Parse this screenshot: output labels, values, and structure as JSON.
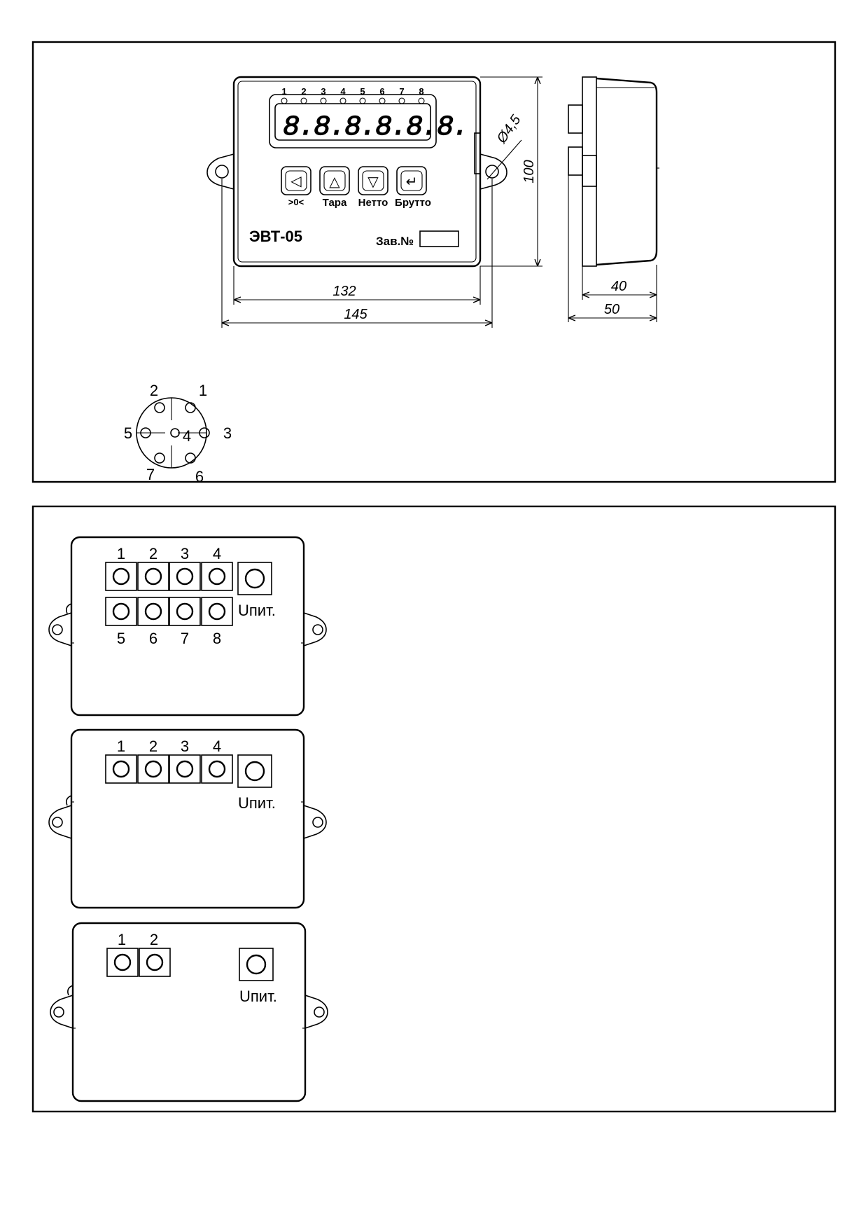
{
  "drawing": {
    "led_numbers": [
      "1",
      "2",
      "3",
      "4",
      "5",
      "6",
      "7",
      "8"
    ],
    "display_digits": "8.8.8.8.8.8.",
    "buttons": [
      {
        "symbol": "◁",
        "label": ">0<",
        "icon": "arrow-left-icon"
      },
      {
        "symbol": "△",
        "label": "Тара",
        "icon": "arrow-up-icon"
      },
      {
        "symbol": "▽",
        "label": "Нетто",
        "icon": "arrow-down-icon"
      },
      {
        "symbol": "↵",
        "label": "Брутто",
        "icon": "enter-icon"
      }
    ],
    "model": "ЭВТ-05",
    "serial_label": "Зав.№",
    "dimensions": {
      "width_body": "132",
      "width_total": "145",
      "height": "100",
      "hole": "Ø4,5",
      "depth_body": "40",
      "depth_total": "50"
    }
  },
  "connector": {
    "pins": [
      "1",
      "2",
      "3",
      "4",
      "5",
      "6",
      "7"
    ]
  },
  "panels": [
    {
      "top_numbers": [
        "1",
        "2",
        "3",
        "4"
      ],
      "bottom_numbers": [
        "5",
        "6",
        "7",
        "8"
      ],
      "power_label": "Uпит."
    },
    {
      "top_numbers": [
        "1",
        "2",
        "3",
        "4"
      ],
      "power_label": "Uпит."
    },
    {
      "top_numbers": [
        "1",
        "2"
      ],
      "power_label": "Uпит."
    }
  ]
}
